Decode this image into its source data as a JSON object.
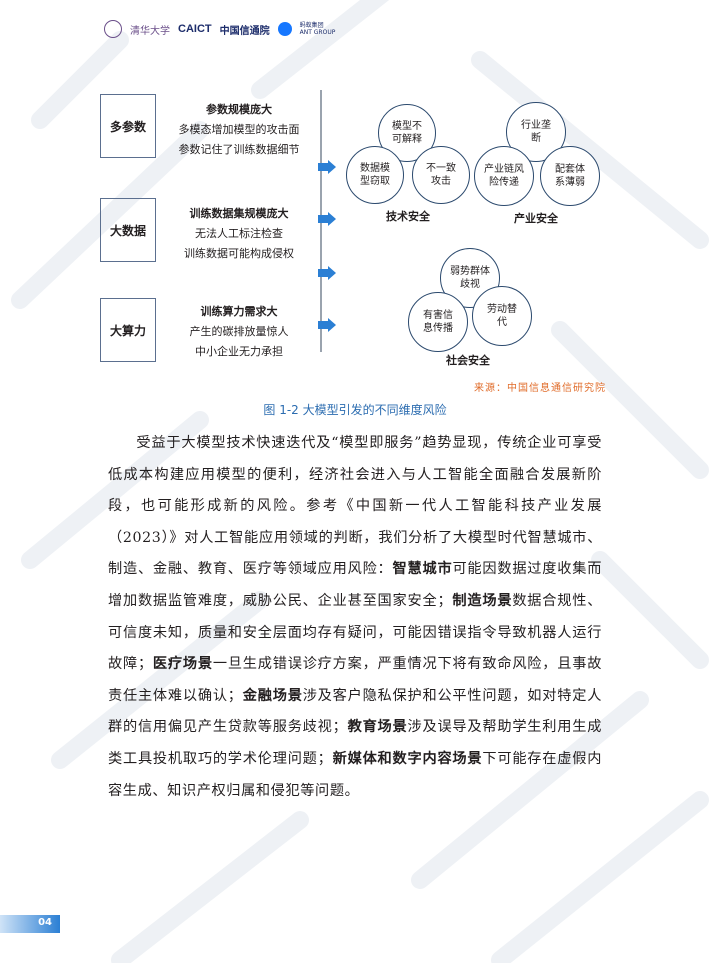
{
  "header": {
    "tsinghua": "清华大学",
    "caict": "CAICT",
    "caict_cn": "中国信通院",
    "ant_cn": "蚂蚁集团",
    "ant_en": "ANT GROUP"
  },
  "figure": {
    "dimensions": [
      {
        "label": "多参数",
        "title": "参数规模庞大",
        "lines": [
          "多模态增加模型的攻击面",
          "参数记住了训练数据细节"
        ]
      },
      {
        "label": "大数据",
        "title": "训练数据集规模庞大",
        "lines": [
          "无法人工标注检查",
          "训练数据可能构成侵权"
        ]
      },
      {
        "label": "大算力",
        "title": "训练算力需求大",
        "lines": [
          "产生的碳排放量惊人",
          "中小企业无力承担"
        ]
      }
    ],
    "groups": {
      "tech": {
        "label": "技术安全",
        "items": [
          "模型不可解释",
          "数据模型窃取",
          "不一致攻击"
        ]
      },
      "industry": {
        "label": "产业安全",
        "items": [
          "行业垄断",
          "产业链风险传递",
          "配套体系薄弱"
        ]
      },
      "society": {
        "label": "社会安全",
        "items": [
          "弱势群体歧视",
          "有害信息传播",
          "劳动替代"
        ]
      }
    },
    "source": "来源：中国信息通信研究院",
    "caption": "图 1-2 大模型引发的不同维度风险"
  },
  "body": {
    "p1": "受益于大模型技术快速迭代及“模型即服务”趋势显现，传统企业可享受低成本构建应用模型的便利，经济社会进入与人工智能全面融合发展新阶段，也可能形成新的风险。参考《中国新一代人工智能科技产业发展（2023）》对人工智能应用领域的判断，我们分析了大模型时代智慧城市、制造、金融、教育、医疗等领域应用风险：",
    "k1": "智慧城市",
    "t1": "可能因数据过度收集而增加数据监管难度，威胁公民、企业甚至国家安全；",
    "k2": "制造场景",
    "t2": "数据合规性、可信度未知，质量和安全层面均存有疑问，可能因错误指令导致机器人运行故障；",
    "k3": "医疗场景",
    "t3": "一旦生成错误诊疗方案，严重情况下将有致命风险，且事故责任主体难以确认；",
    "k4": "金融场景",
    "t4": "涉及客户隐私保护和公平性问题，如对特定人群的信用偏见产生贷款等服务歧视；",
    "k5": "教育场景",
    "t5": "涉及误导及帮助学生利用生成类工具投机取巧的学术伦理问题；",
    "k6": "新媒体和数字内容场景",
    "t6": "下可能存在虚假内容生成、知识产权归属和侵犯等问题。"
  },
  "footer": {
    "page": "04"
  },
  "colors": {
    "accent": "#2b7fd4",
    "source": "#e06c2a",
    "bubble_border": "#2c4a6e"
  }
}
